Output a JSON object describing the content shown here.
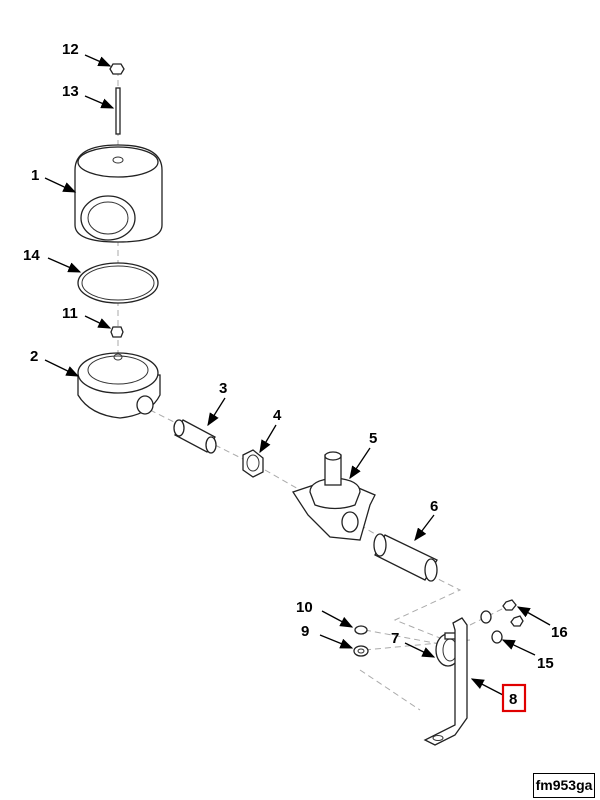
{
  "figure_id": "fm953ga",
  "highlight_color": "#e00000",
  "callouts": [
    {
      "id": "12",
      "label": "12"
    },
    {
      "id": "13",
      "label": "13"
    },
    {
      "id": "1",
      "label": "1"
    },
    {
      "id": "14",
      "label": "14"
    },
    {
      "id": "11",
      "label": "11"
    },
    {
      "id": "2",
      "label": "2"
    },
    {
      "id": "3",
      "label": "3"
    },
    {
      "id": "4",
      "label": "4"
    },
    {
      "id": "5",
      "label": "5"
    },
    {
      "id": "6",
      "label": "6"
    },
    {
      "id": "10",
      "label": "10"
    },
    {
      "id": "9",
      "label": "9"
    },
    {
      "id": "7",
      "label": "7"
    },
    {
      "id": "16",
      "label": "16"
    },
    {
      "id": "15",
      "label": "15"
    },
    {
      "id": "8",
      "label": "8",
      "highlighted": true
    }
  ]
}
